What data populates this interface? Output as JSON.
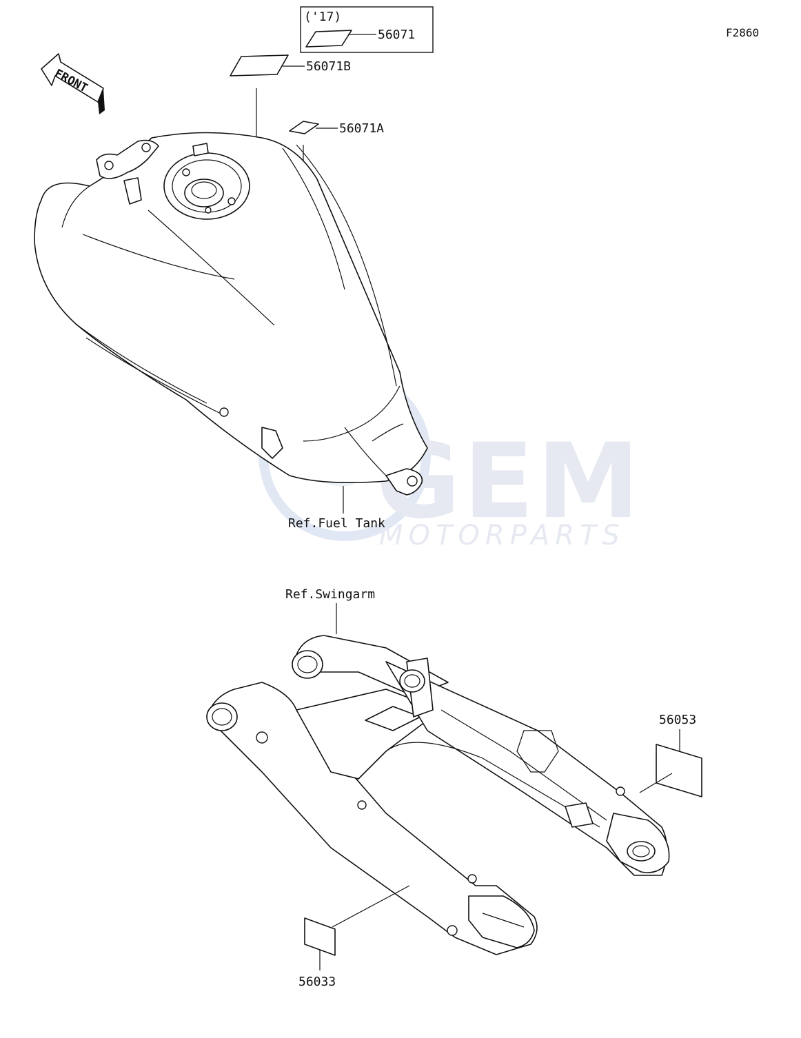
{
  "diagram_code": "F2860",
  "year_note": "('17)",
  "front_label": "FRONT",
  "parts": {
    "p56071": "56071",
    "p56071B": "56071B",
    "p56071A": "56071A",
    "p56053": "56053",
    "p56033": "56033"
  },
  "refs": {
    "fuel_tank": "Ref.Fuel Tank",
    "swingarm": "Ref.Swingarm"
  },
  "watermark": {
    "brand": "GEM",
    "sub": "MOTORPARTS",
    "color": "#c9cfe6"
  }
}
